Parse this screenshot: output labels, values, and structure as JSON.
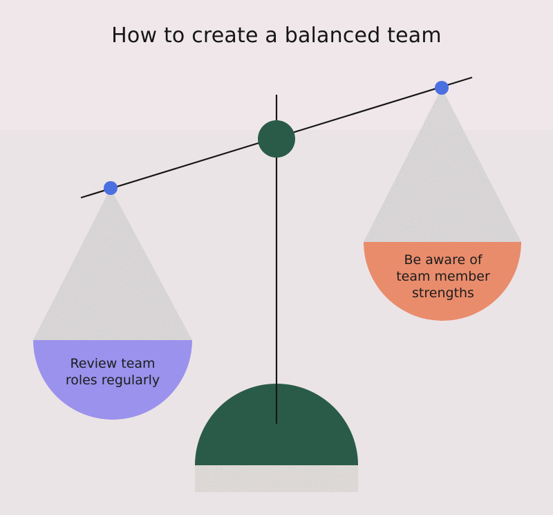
{
  "title": "How to create a balanced team",
  "left_pan": {
    "lines": [
      "Review team",
      "roles regularly"
    ],
    "color": "#9a92ec"
  },
  "right_pan": {
    "lines": [
      "Be aware of",
      "team member",
      "strengths"
    ],
    "color": "#e98c6c"
  },
  "colors": {
    "background": "#efe7ea",
    "lower_background": "#ebe4e6",
    "pivot": "#2a5b48",
    "base": "#2a5b48",
    "hanging_point": "#4a6fe0",
    "line": "#161616",
    "cone": "#dad6d7"
  }
}
